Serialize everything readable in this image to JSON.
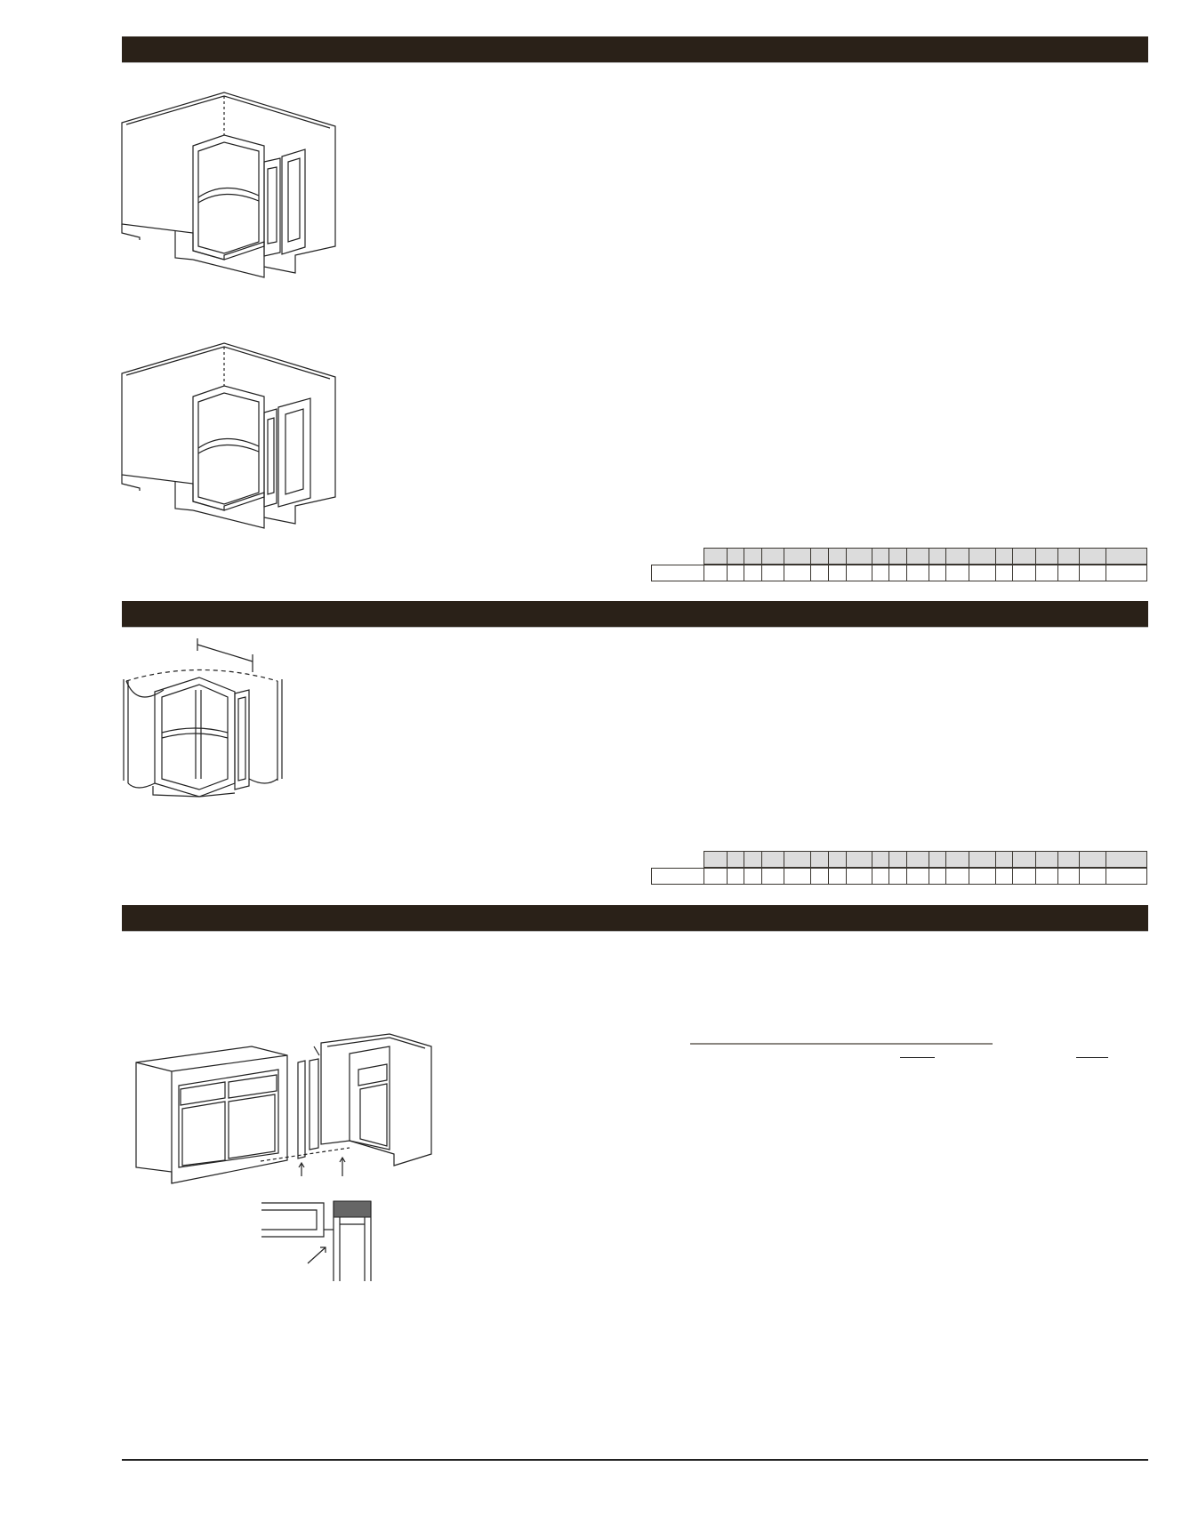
{
  "colors": {
    "section_bar": "#2a2118",
    "table_header": "#dcdcdc",
    "table_border": "#3a3630",
    "rule": "#222222"
  },
  "sections": [
    {
      "tables": 1
    },
    {
      "tables": 1
    },
    {
      "tables": 0
    }
  ]
}
